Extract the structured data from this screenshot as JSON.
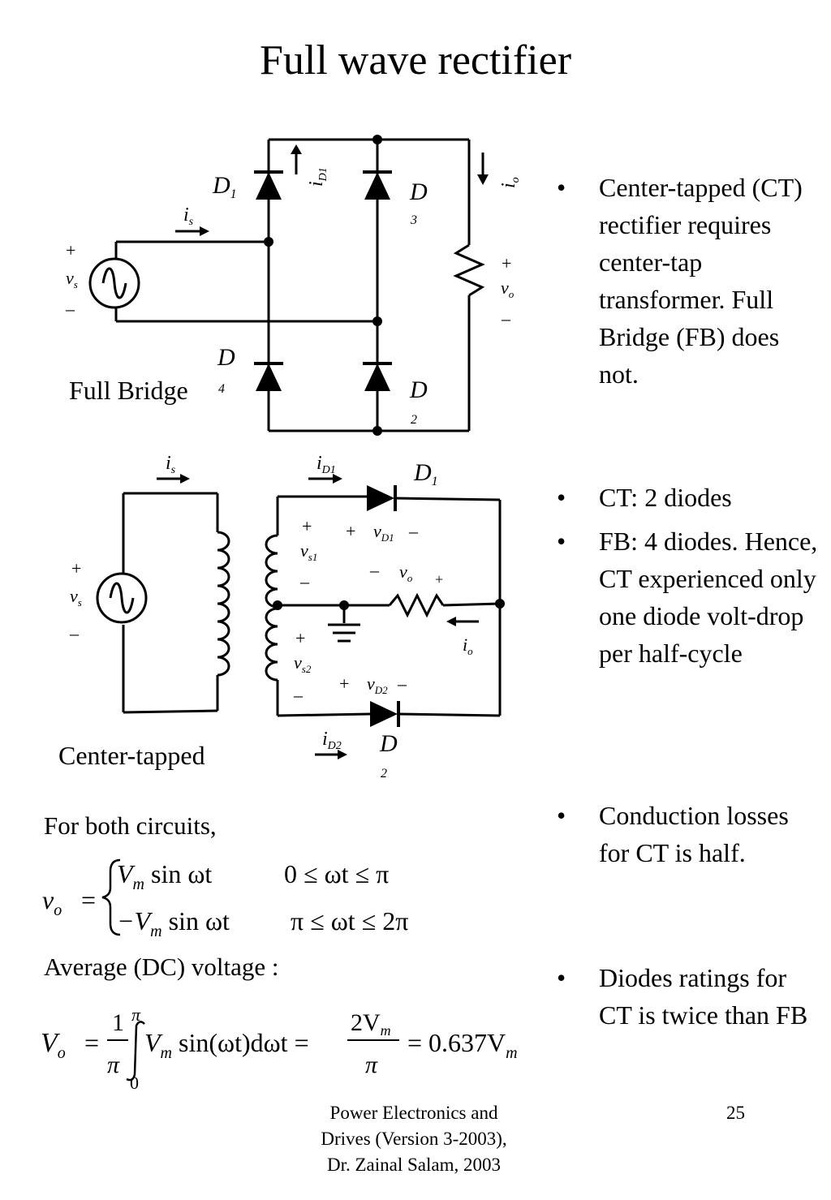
{
  "slide": {
    "title": "Full wave rectifier",
    "page_number": "25",
    "footer": [
      "Power Electronics and",
      "Drives (Version 3-2003),",
      "Dr. Zainal Salam, 2003"
    ]
  },
  "bullets": [
    "Center-tapped (CT) rectifier requires center-tap transformer. Full Bridge (FB) does not.",
    "CT: 2 diodes",
    " FB: 4 diodes. Hence, CT experienced only one diode volt-drop per half-cycle",
    " Conduction losses for CT is half.",
    "Diodes ratings for CT is twice than FB"
  ],
  "full_bridge": {
    "caption": "Full Bridge",
    "labels": {
      "d1": "D",
      "d1_sub": "1",
      "d3": "D",
      "d3_sub": "3",
      "d4": "D",
      "d4_sub": "4",
      "d2": "D",
      "d2_sub": "2",
      "is": "i",
      "is_sub": "s",
      "id1": "i",
      "id1_sub": "D1",
      "io": "i",
      "io_sub": "o",
      "vs": "v",
      "vs_sub": "s",
      "vo": "v",
      "vo_sub": "o",
      "plus": "+",
      "minus": "–"
    }
  },
  "center_tapped": {
    "caption": "Center-tapped",
    "labels": {
      "is": "i",
      "is_sub": "s",
      "id1": "i",
      "id1_sub": "D1",
      "id2": "i",
      "id2_sub": "D2",
      "d1": "D",
      "d1_sub": "1",
      "d2": "D",
      "d2_sub": "2",
      "vs": "v",
      "vs_sub": "s",
      "vs1": "v",
      "vs1_sub": "s1",
      "vs2": "v",
      "vs2_sub": "s2",
      "vd1": "v",
      "vd1_sub": "D1",
      "vd2": "v",
      "vd2_sub": "D2",
      "vo": "v",
      "vo_sub": "o",
      "io": "i",
      "io_sub": "o",
      "plus": "+",
      "minus": "–"
    }
  },
  "equations": {
    "intro": "For both circuits,",
    "vo_lhs": "v",
    "vo_lhs_sub": "o",
    "eq_sign": "=",
    "case1_expr": "V",
    "case1_sub": "m",
    "case1_rest": " sin ωt",
    "case1_range": "0 ≤ ωt ≤ π",
    "case2_expr": "−V",
    "case2_sub": "m",
    "case2_rest": " sin ωt",
    "case2_range": "π ≤ ωt ≤ 2π",
    "avg_label": "Average (DC) voltage :",
    "avg_lhs": "V",
    "avg_lhs_sub": "o",
    "frac1_num": "1",
    "frac1_den": "π",
    "int_upper": "π",
    "int_lower": "0",
    "integrand": "V",
    "integrand_sub": "m",
    "integrand_rest": " sin(ωt)dωt =",
    "frac2_num": "2V",
    "frac2_num_sub": "m",
    "frac2_den": "π",
    "result": "= 0.637V",
    "result_sub": "m"
  }
}
